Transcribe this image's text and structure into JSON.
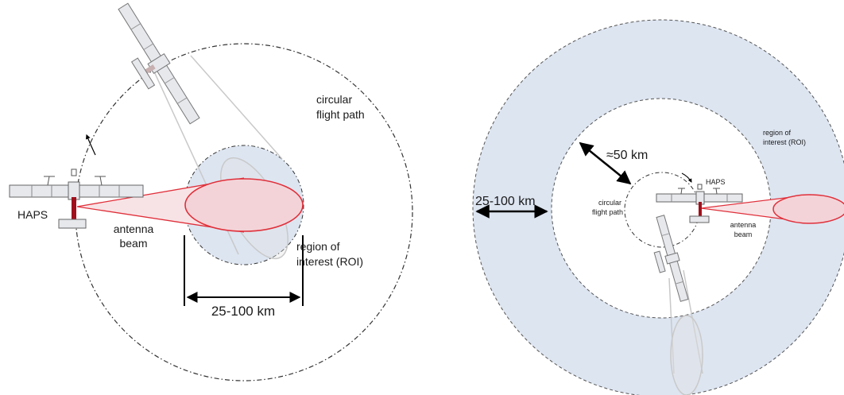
{
  "left": {
    "haps_label": "HAPS",
    "antenna_label_l1": "antenna",
    "antenna_label_l2": "beam",
    "path_label_l1": "circular",
    "path_label_l2": "flight path",
    "roi_label_l1": "region of",
    "roi_label_l2": "interest (ROI)",
    "distance_label": "25-100 km"
  },
  "right": {
    "distance_label": "25-100 km",
    "radius_label": "≈50 km",
    "path_label_l1": "circular",
    "path_label_l2": "flight path",
    "haps_label": "HAPS",
    "roi_label_l1": "region of",
    "roi_label_l2": "interest (ROI)",
    "antenna_label_l1": "antenna",
    "antenna_label_l2": "beam"
  },
  "colors": {
    "region_fill": "#dde5f1",
    "beam_red": "#e0303a",
    "beam_fill": "#f3d3d8",
    "aircraft": "#e6e8ec",
    "mast": "#a0101c"
  }
}
